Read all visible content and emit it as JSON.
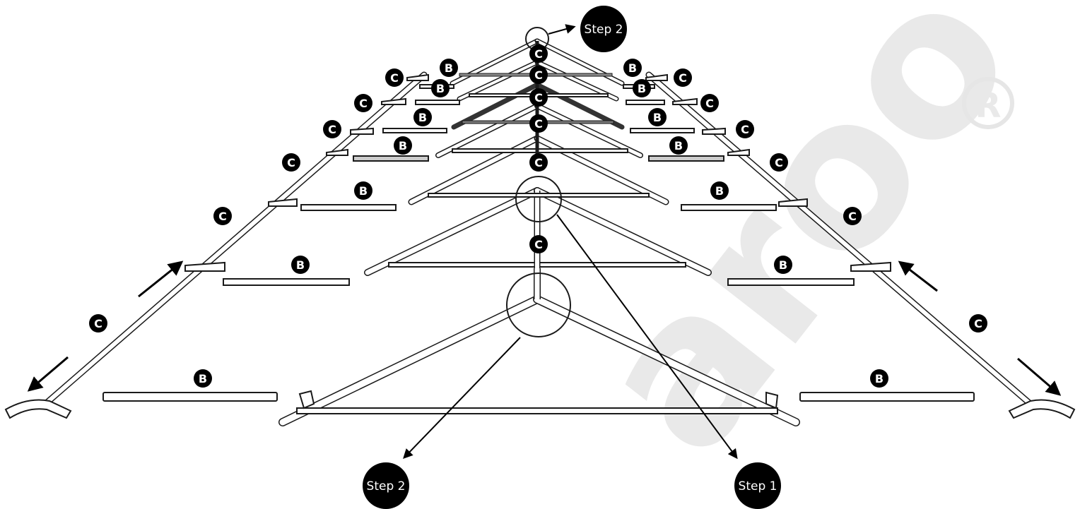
{
  "watermark": {
    "text": "aroo",
    "registered_symbol": "®"
  },
  "labels": {
    "part_b": "B",
    "part_c": "C"
  },
  "steps": {
    "step1": "Step 1",
    "step2": "Step 2"
  },
  "colors": {
    "ink": "#000000",
    "pipe_fill": "#ffffff",
    "watermark": "#e9e9e9"
  },
  "icons": [
    "arrow-icon",
    "bracket-icon"
  ]
}
